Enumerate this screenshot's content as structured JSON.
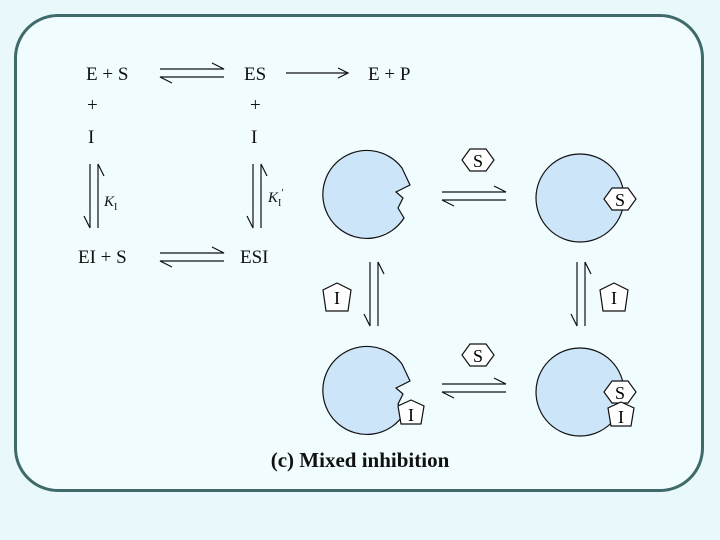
{
  "scheme": {
    "top_left": "E + S",
    "top_mid": "ES",
    "top_right": "E + P",
    "plus_left": "+",
    "plus_mid": "+",
    "inhibitor_left": "I",
    "inhibitor_mid": "I",
    "bottom_left": "EI + S",
    "bottom_mid": "ESI",
    "constant_left": {
      "symbol": "K",
      "subscript": "I",
      "prime": ""
    },
    "constant_mid": {
      "symbol": "K",
      "subscript": "I",
      "prime": "′"
    }
  },
  "cartoon": {
    "substrate_label": "S",
    "inhibitor_label": "I",
    "enzyme_color": "#cde5f8"
  },
  "caption": "(c) Mixed inhibition"
}
